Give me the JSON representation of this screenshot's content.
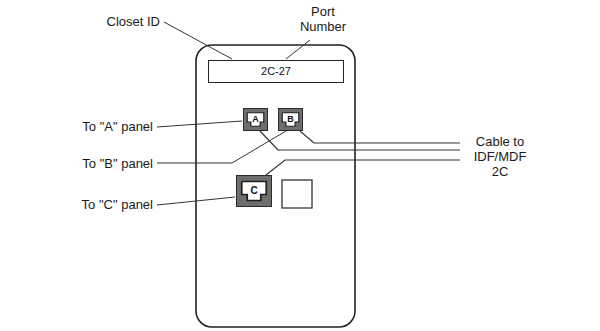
{
  "diagram": {
    "nodes": [
      {
        "text": [
          "2C-27"
        ]
      },
      {
        "text": [
          "A"
        ]
      },
      {
        "text": [
          "B"
        ]
      },
      {
        "text": [
          "C"
        ]
      }
    ],
    "labels": [
      "Closet ID",
      "Port Number",
      "To \"A\" panel",
      "To \"B\" panel",
      "To \"C\" panel",
      "Cable to IDF/MDF 2C"
    ]
  }
}
